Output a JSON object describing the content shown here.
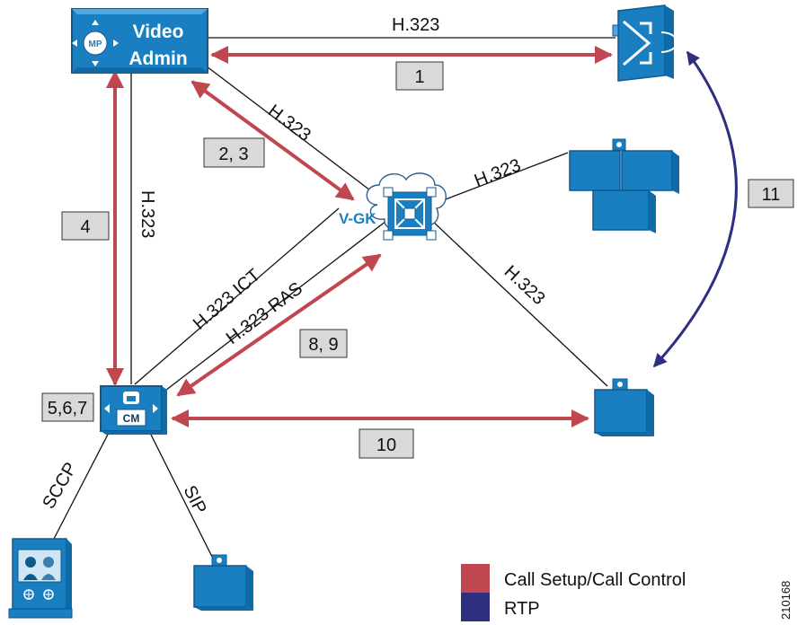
{
  "devices": {
    "video_admin": {
      "line1": "Video",
      "line2": "Admin",
      "mp": "MP"
    },
    "gatekeeper": {
      "label": "V-GK"
    },
    "callmanager": {
      "label": "CM"
    }
  },
  "links": {
    "admin_mcu": "H.323",
    "admin_gk": "H.323",
    "admin_cm": "H.323",
    "gk_endpoint_top": "H.323",
    "gk_endpoint_bottom": "H.323",
    "cm_gk_ict": "H.323 ICT",
    "cm_gk_ras": "H.323 RAS",
    "cm_sccp": "SCCP",
    "cm_sip": "SIP"
  },
  "steps": [
    "1",
    "2, 3",
    "4",
    "5,6,7",
    "8, 9",
    "10",
    "11"
  ],
  "legend": [
    {
      "label": "Call Setup/Call Control",
      "color": "#c0474f"
    },
    {
      "label": "RTP",
      "color": "#2e2f7f"
    }
  ],
  "figure_id": "210168",
  "colors": {
    "device": "#1a7fc1",
    "setup_arrow": "#c0474f",
    "rtp_arrow": "#2e2f7f",
    "step_box": "#d9d9d9"
  }
}
